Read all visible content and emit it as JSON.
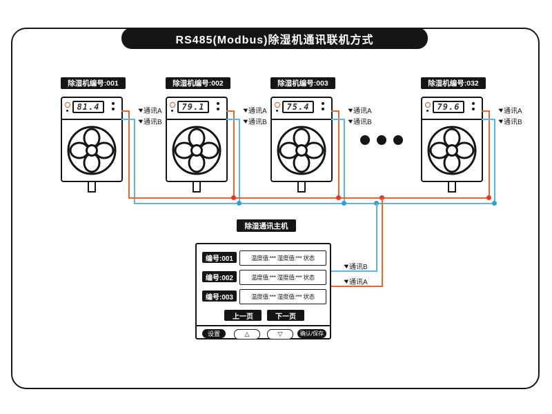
{
  "title": "RS485(Modbus)除湿机通讯联机方式",
  "colors": {
    "comm_a": "#e0662e",
    "comm_b": "#54b8e8",
    "dot_a": "#e5352b",
    "dot_b": "#2b9ed8"
  },
  "units": [
    {
      "label": "除湿机编号:001",
      "value": "81.4",
      "comm_a_label": "通讯A",
      "comm_b_label": "通讯B"
    },
    {
      "label": "除湿机编号:002",
      "value": "79.1",
      "comm_a_label": "通讯A",
      "comm_b_label": "通讯B"
    },
    {
      "label": "除湿机编号:003",
      "value": "75.4",
      "comm_a_label": "通讯A",
      "comm_b_label": "通讯B"
    },
    {
      "label": "除湿机编号:032",
      "value": "79.6",
      "comm_a_label": "通讯A",
      "comm_b_label": "通讯B"
    }
  ],
  "master": {
    "label": "除湿通讯主机",
    "rows": [
      {
        "id": "编号:001",
        "info": "温度值:*** 湿度值:*** 状态"
      },
      {
        "id": "编号:002",
        "info": "温度值:*** 湿度值:*** 状态"
      },
      {
        "id": "编号:003",
        "info": "温度值:*** 湿度值:*** 状态"
      }
    ],
    "prev_label": "上一页",
    "next_label": "下一页",
    "buttons": [
      "设置",
      "△",
      "▽",
      "确认/保存"
    ],
    "comm_b_label": "通讯B",
    "comm_a_label": "通讯A"
  }
}
